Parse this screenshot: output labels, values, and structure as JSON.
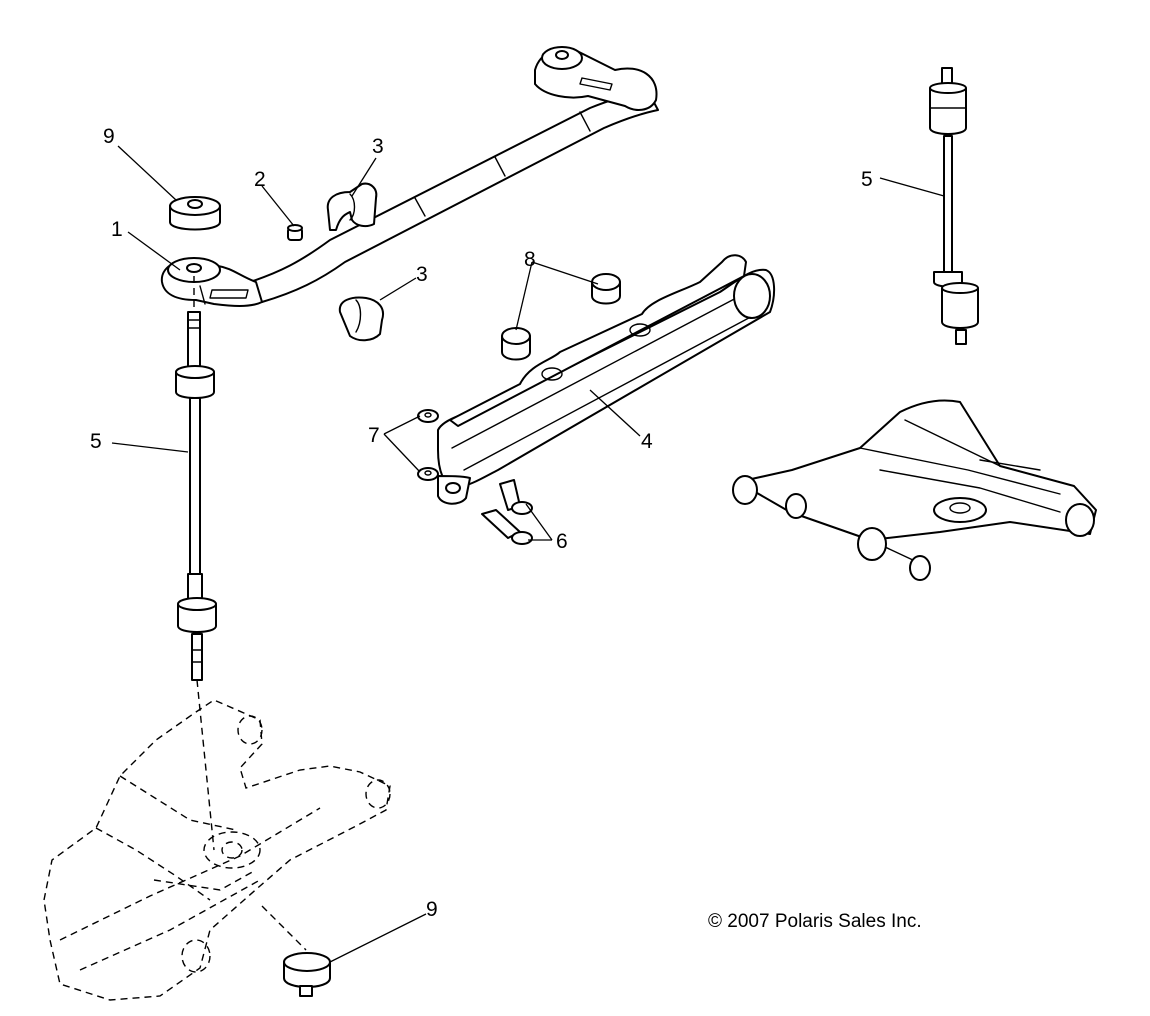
{
  "diagram": {
    "callouts": {
      "c1": "1",
      "c2": "2",
      "c3a": "3",
      "c3b": "3",
      "c4": "4",
      "c5a": "5",
      "c5b": "5",
      "c6": "6",
      "c7": "7",
      "c8": "8",
      "c9a": "9",
      "c9b": "9"
    },
    "copyright": "© 2007 Polaris Sales Inc.",
    "line_color": "#000000",
    "background": "#ffffff"
  }
}
